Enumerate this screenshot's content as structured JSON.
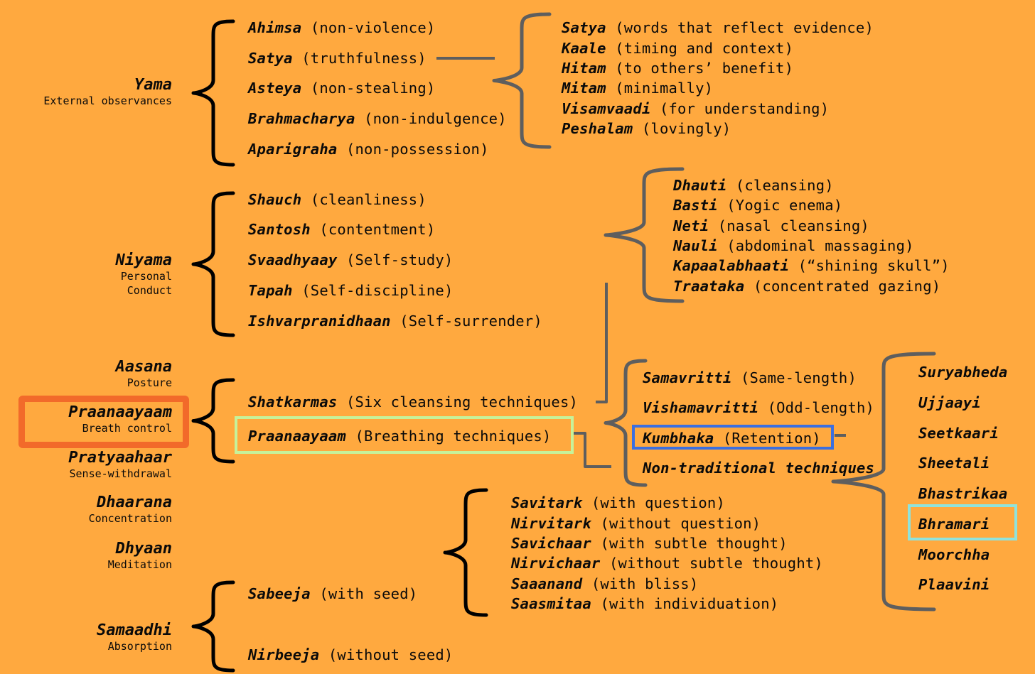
{
  "limbs": [
    {
      "id": "yama",
      "title": "Yama",
      "subtitle": [
        "External observances"
      ]
    },
    {
      "id": "niyama",
      "title": "Niyama",
      "subtitle": [
        "Personal",
        "Conduct"
      ]
    },
    {
      "id": "aasana",
      "title": "Aasana",
      "subtitle": [
        "Posture"
      ]
    },
    {
      "id": "praanaayaam",
      "title": "Praanaayaam",
      "subtitle": [
        "Breath control"
      ]
    },
    {
      "id": "pratyaahaar",
      "title": "Pratyaahaar",
      "subtitle": [
        "Sense-withdrawal"
      ]
    },
    {
      "id": "dhaarana",
      "title": "Dhaarana",
      "subtitle": [
        "Concentration"
      ]
    },
    {
      "id": "dhyaan",
      "title": "Dhyaan",
      "subtitle": [
        "Meditation"
      ]
    },
    {
      "id": "samaadhi",
      "title": "Samaadhi",
      "subtitle": [
        "Absorption"
      ]
    }
  ],
  "yama_items": [
    {
      "term": "Ahimsa",
      "gloss": "(non-violence)"
    },
    {
      "term": "Satya",
      "gloss": "(truthfulness)"
    },
    {
      "term": "Asteya",
      "gloss": "(non-stealing)"
    },
    {
      "term": "Brahmacharya",
      "gloss": "(non-indulgence)"
    },
    {
      "term": "Aparigraha",
      "gloss": "(non-possession)"
    }
  ],
  "satya_items": [
    {
      "term": "Satya",
      "gloss": "(words that reflect evidence)"
    },
    {
      "term": "Kaale",
      "gloss": "(timing and context)"
    },
    {
      "term": "Hitam",
      "gloss": "(to others’ benefit)"
    },
    {
      "term": "Mitam",
      "gloss": "(minimally)"
    },
    {
      "term": "Visamvaadi",
      "gloss": "(for understanding)"
    },
    {
      "term": "Peshalam",
      "gloss": "(lovingly)"
    }
  ],
  "niyama_items": [
    {
      "term": "Shauch",
      "gloss": "(cleanliness)"
    },
    {
      "term": "Santosh",
      "gloss": "(contentment)"
    },
    {
      "term": "Svaadhyaay",
      "gloss": "(Self-study)"
    },
    {
      "term": "Tapah",
      "gloss": "(Self-discipline)"
    },
    {
      "term": "Ishvarpranidhaan",
      "gloss": "(Self-surrender)"
    }
  ],
  "praanaayaam_items": [
    {
      "term": "Shatkarmas",
      "gloss": "(Six cleansing techniques)"
    },
    {
      "term": "Praanaayaam",
      "gloss": "(Breathing techniques)"
    }
  ],
  "shatkarma_items": [
    {
      "term": "Dhauti",
      "gloss": "(cleansing)"
    },
    {
      "term": "Basti",
      "gloss": "(Yogic enema)"
    },
    {
      "term": "Neti",
      "gloss": "(nasal cleansing)"
    },
    {
      "term": "Nauli",
      "gloss": "(abdominal massaging)"
    },
    {
      "term": "Kapaalabhaati",
      "gloss": "(“shining skull”)"
    },
    {
      "term": "Traataka",
      "gloss": "(concentrated gazing)"
    }
  ],
  "breathing_items": [
    {
      "term": "Samavritti",
      "gloss": "(Same-length)"
    },
    {
      "term": "Vishamavritti",
      "gloss": "(Odd-length)"
    },
    {
      "term": "Kumbhaka",
      "gloss": "(Retention)"
    },
    {
      "term": "Non-traditional techniques",
      "gloss": ""
    }
  ],
  "kumbhaka_items": [
    "Suryabheda",
    "Ujjaayi",
    "Seetkaari",
    "Sheetali",
    "Bhastrikaa",
    "Bhramari",
    "Moorchha",
    "Plaavini"
  ],
  "samaadhi_items": [
    {
      "term": "Sabeeja",
      "gloss": "(with seed)"
    },
    {
      "term": "Nirbeeja",
      "gloss": "(without seed)"
    }
  ],
  "sabeeja_items": [
    {
      "term": "Savitark",
      "gloss": "(with question)"
    },
    {
      "term": "Nirvitark",
      "gloss": "(without question)"
    },
    {
      "term": "Savichaar",
      "gloss": "(with subtle thought)"
    },
    {
      "term": "Nirvichaar",
      "gloss": "(without subtle thought)"
    },
    {
      "term": "Saaanand",
      "gloss": "(with bliss)"
    },
    {
      "term": "Saasmitaa",
      "gloss": "(with individuation)"
    }
  ],
  "colors": {
    "background": "#FFA93F",
    "brace_black": "#000000",
    "brace_gray": "#5E5E5E",
    "highlight_orange": "#F26A2A",
    "highlight_green": "#C6F29A",
    "highlight_blue": "#3B6FE0",
    "highlight_cyan": "#8FE3DC"
  }
}
